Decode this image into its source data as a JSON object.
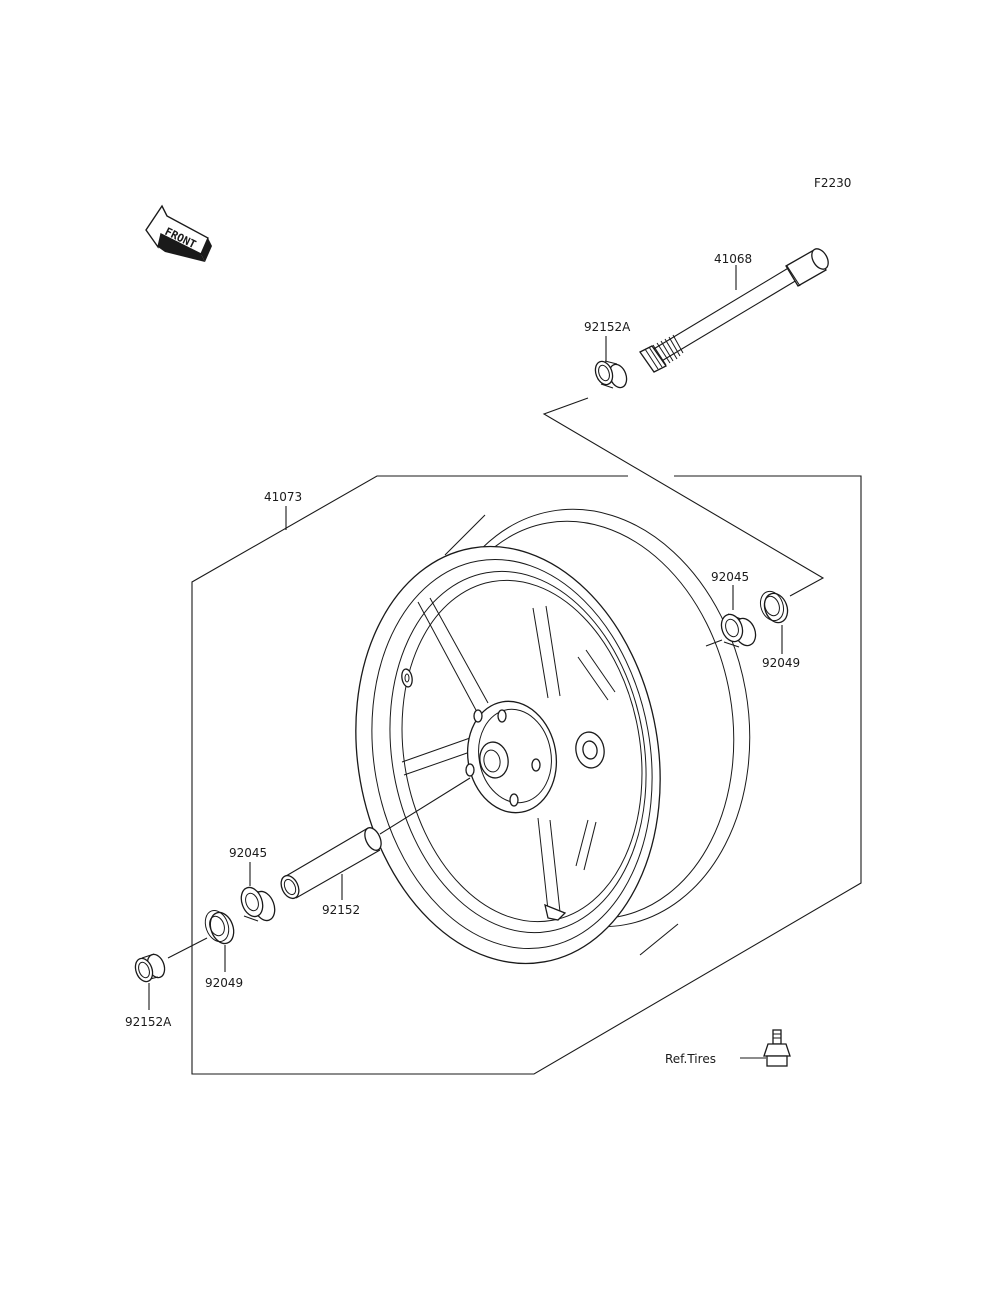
{
  "diagram": {
    "figure_code": "F2230",
    "front_label": "FRONT",
    "labels": {
      "axle": "41068",
      "collar_top": "92152A",
      "wheel": "41073",
      "bearing_right": "92045",
      "seal_right": "92049",
      "bearing_left": "92045",
      "spacer": "92152",
      "seal_left": "92049",
      "collar_bottom": "92152A",
      "ref_tires": "Ref.Tires"
    }
  }
}
